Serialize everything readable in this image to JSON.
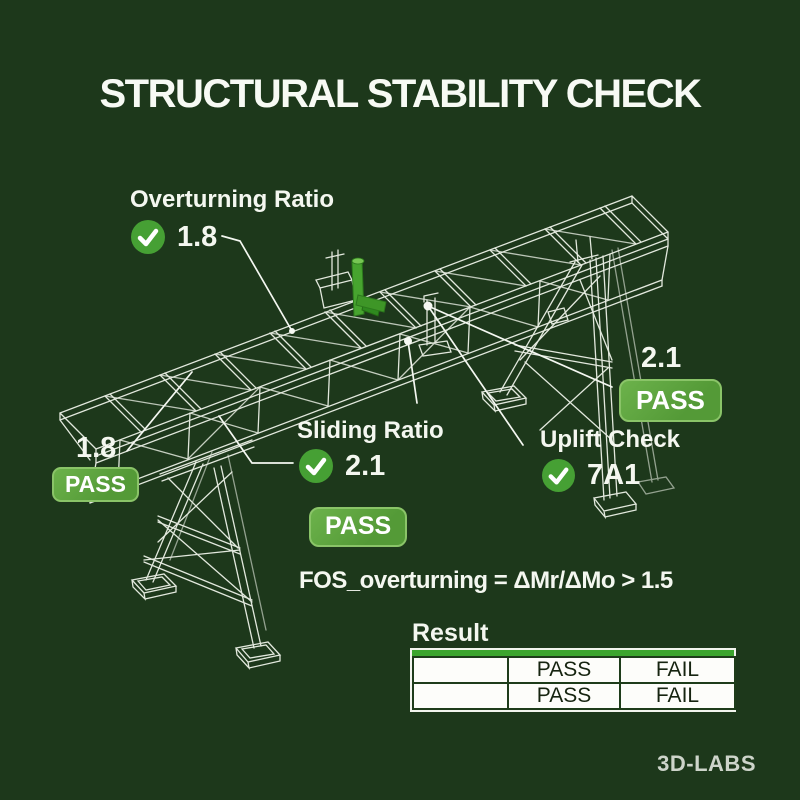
{
  "title": "STRUCTURAL STABILITY CHECK",
  "colors": {
    "background": "#1d381b",
    "wire": "#edf2e8",
    "check_green": "#46a034",
    "badge_green": "#549a37",
    "badge_border": "#8ac468",
    "table_strip": "#3ca52e",
    "table_text": "#162410",
    "hoist_green": "#47a42f"
  },
  "checks": {
    "overturning": {
      "label": "Overturning Ratio",
      "value": "1.8"
    },
    "sliding": {
      "label": "Sliding Ratio",
      "value": "2.1"
    },
    "uplift": {
      "label": "Uplift Check",
      "value": "7A1"
    },
    "left_support": {
      "value": "1.8",
      "badge": "PASS"
    },
    "right_support": {
      "value": "2.1",
      "badge": "PASS"
    },
    "center_badge": "PASS"
  },
  "formula": "FOS_overturning = ΔMr/ΔMo > 1.5",
  "result_table": {
    "label": "Result",
    "rows": [
      [
        "",
        "PASS",
        "FAIL"
      ],
      [
        "",
        "PASS",
        "FAIL"
      ]
    ]
  },
  "footer": "3D-LABS"
}
